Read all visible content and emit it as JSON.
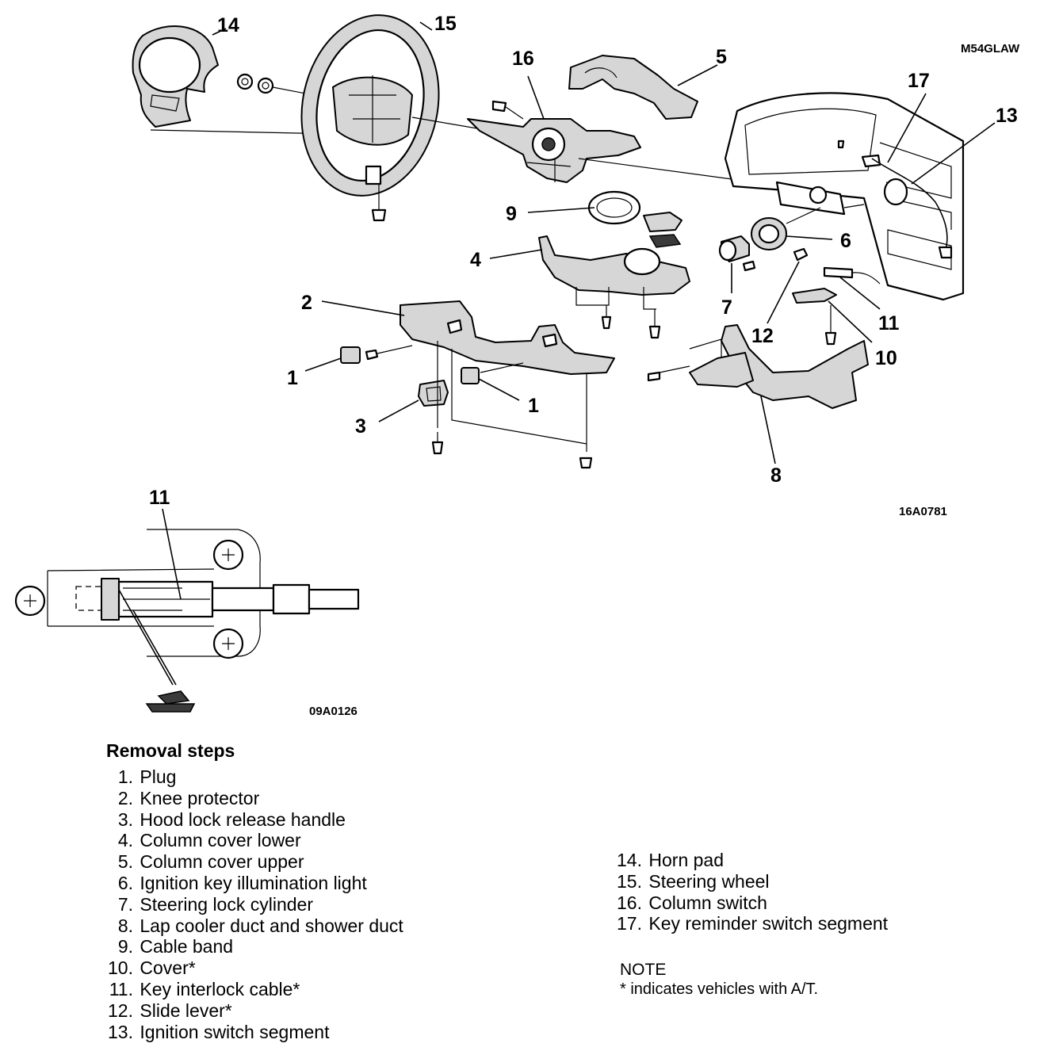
{
  "figure": {
    "codes": {
      "top_right": "M54GLAW",
      "main": "16A0781",
      "detail": "09A0126"
    },
    "callouts": {
      "n1a": "1",
      "n1b": "1",
      "n2": "2",
      "n3": "3",
      "n4": "4",
      "n5": "5",
      "n6": "6",
      "n7": "7",
      "n8": "8",
      "n9": "9",
      "n10": "10",
      "n11": "11",
      "n12": "12",
      "n13": "13",
      "n14": "14",
      "n15": "15",
      "n16": "16",
      "n17": "17",
      "detail11": "11"
    }
  },
  "removal_steps": {
    "title": "Removal steps",
    "items_left": [
      {
        "num": "1.",
        "text": "Plug"
      },
      {
        "num": "2.",
        "text": "Knee protector"
      },
      {
        "num": "3.",
        "text": "Hood lock release handle"
      },
      {
        "num": "4.",
        "text": "Column cover lower"
      },
      {
        "num": "5.",
        "text": "Column cover upper"
      },
      {
        "num": "6.",
        "text": "Ignition key illumination light"
      },
      {
        "num": "7.",
        "text": "Steering lock cylinder"
      },
      {
        "num": "8.",
        "text": "Lap cooler duct and shower duct"
      },
      {
        "num": "9.",
        "text": "Cable band"
      },
      {
        "num": "10.",
        "text": "Cover*"
      },
      {
        "num": "11.",
        "text": "Key interlock cable*"
      },
      {
        "num": "12.",
        "text": "Slide lever*"
      },
      {
        "num": "13.",
        "text": "Ignition switch segment"
      }
    ],
    "items_right": [
      {
        "num": "14.",
        "text": "Horn pad"
      },
      {
        "num": "15.",
        "text": "Steering wheel"
      },
      {
        "num": "16.",
        "text": "Column switch"
      },
      {
        "num": "17.",
        "text": "Key reminder switch segment"
      }
    ]
  },
  "note": {
    "title": "NOTE",
    "text": "* indicates vehicles with A/T."
  }
}
